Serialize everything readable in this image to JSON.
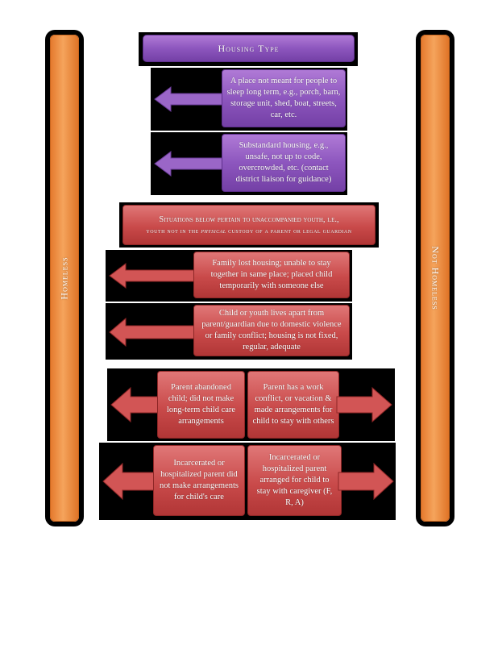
{
  "bars": {
    "left_label": "Homeless",
    "right_label": "Not Homeless"
  },
  "header": {
    "title": "Housing Type"
  },
  "housing_boxes": [
    {
      "text": "A place not meant for people to sleep long term, e.g., porch, barn, storage unit, shed, boat, streets, car, etc."
    },
    {
      "text": "Substandard housing, e.g., unsafe, not up to code, overcrowded, etc. (contact district liaison for guidance)"
    }
  ],
  "situations": {
    "line1": "Situations below pertain to unaccompanied youth, i.e.,",
    "line2_pre": "youth not in the",
    "line2_em": "physical",
    "line2_post": "custody of a parent or legal guardian"
  },
  "youth_boxes": [
    {
      "text": "Family lost housing; unable to stay together in same place; placed child temporarily with someone else"
    },
    {
      "text": "Child or youth lives apart from parent/guardian due to domestic violence or family conflict; housing is not fixed, regular, adequate"
    }
  ],
  "pair_rows": [
    {
      "left": "Parent abandoned child; did not make long-term child care arrangements",
      "right": "Parent has a work conflict, or vacation & made arrangements for child to stay with others"
    },
    {
      "left": "Incarcerated or hospitalized parent did not make arrangements for child's care",
      "right": "Incarcerated or hospitalized parent arranged for child to stay with caregiver (F, R, A)"
    }
  ],
  "colors": {
    "orange": "#f29b52",
    "purple": "#8d56be",
    "red": "#c94a4a",
    "background": "#ffffff"
  }
}
